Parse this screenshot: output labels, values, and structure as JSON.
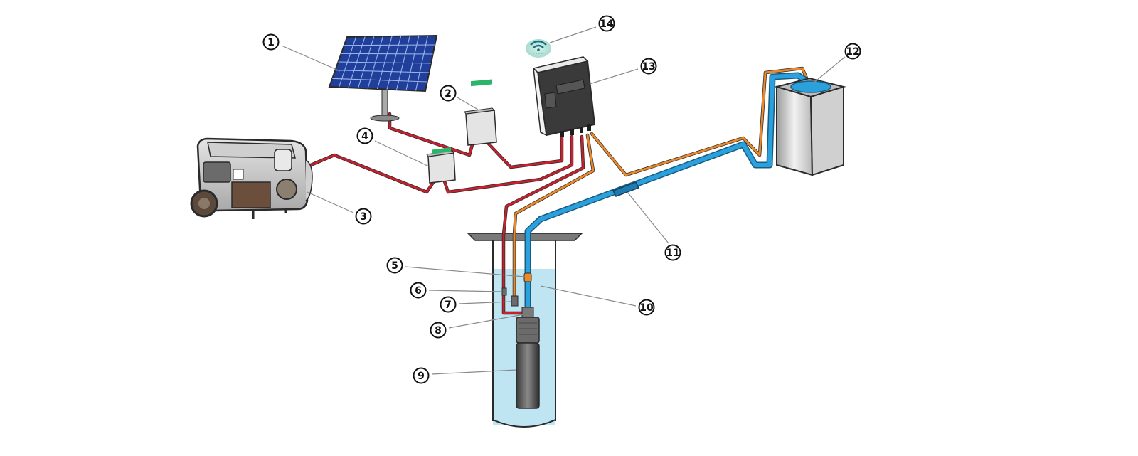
{
  "diagram": {
    "components": [
      {
        "number": "1",
        "icon": "solar-panel-icon"
      },
      {
        "number": "2",
        "icon": "dc-breaker-box-icon"
      },
      {
        "number": "3",
        "icon": "generator-icon"
      },
      {
        "number": "4",
        "icon": "ac-breaker-box-icon"
      },
      {
        "number": "5",
        "icon": "check-valve-icon"
      },
      {
        "number": "6",
        "icon": "low-water-sensor-icon"
      },
      {
        "number": "7",
        "icon": "splice-kit-icon"
      },
      {
        "number": "8",
        "icon": "pump-outlet-icon"
      },
      {
        "number": "9",
        "icon": "submersible-pump-icon"
      },
      {
        "number": "10",
        "icon": "well-water-icon"
      },
      {
        "number": "11",
        "icon": "pipe-coupling-icon"
      },
      {
        "number": "12",
        "icon": "water-tank-icon"
      },
      {
        "number": "13",
        "icon": "pump-controller-icon"
      },
      {
        "number": "14",
        "icon": "wifi-module-icon"
      }
    ],
    "colors": {
      "power_cable": "#c8202c",
      "sensor_cable": "#e9892b",
      "water_pipe": "#2aa0dc",
      "well_water": "#bfe4f2",
      "panel_blue": "#1f3f9a",
      "outline": "#2a2a2a"
    }
  }
}
